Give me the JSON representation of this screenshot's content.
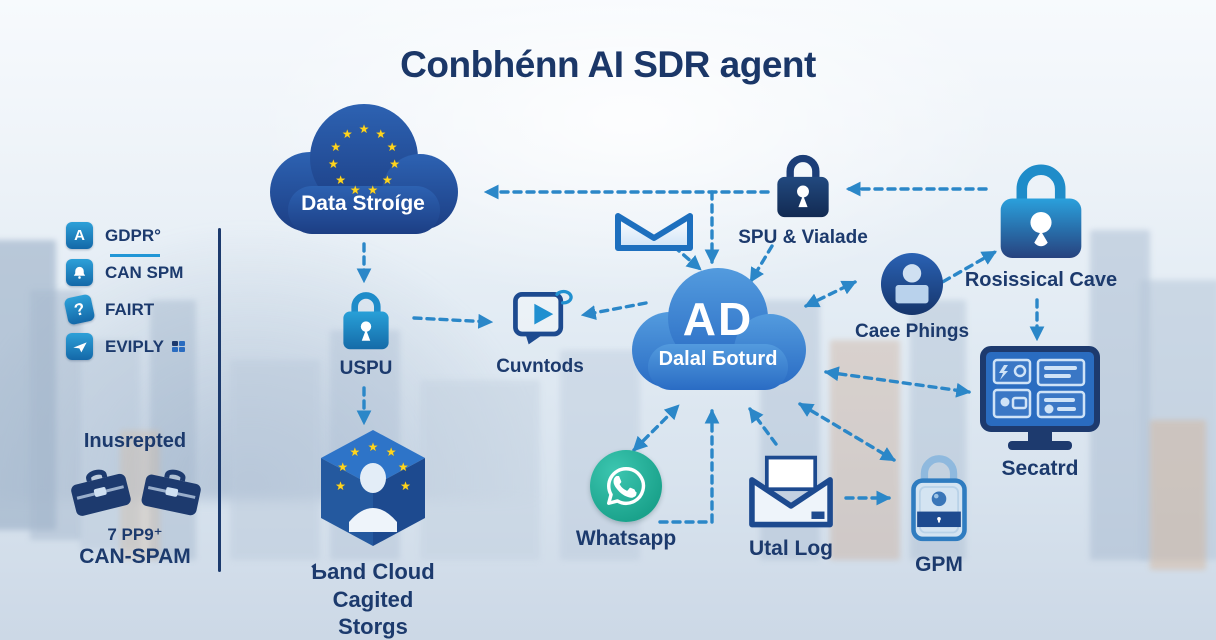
{
  "title": "Conbhénn AI SDR agent",
  "sidebar": {
    "items": [
      {
        "label": "GDPR°",
        "icon": "letter-a-icon"
      },
      {
        "label": "CAN SPM",
        "icon": "bell-icon"
      },
      {
        "label": "FAIRT",
        "icon": "question-icon"
      },
      {
        "label": "EVIPLY",
        "icon": "paper-plane-icon"
      }
    ]
  },
  "nodes": {
    "data_storage": {
      "label": "Data Stroíge"
    },
    "uspu": {
      "label": "USPU"
    },
    "cuvntods": {
      "label": "Cuvntods"
    },
    "central_cloud": {
      "title": "AD",
      "subtitle": "Dalal Ƃoturd"
    },
    "spu_vialade": {
      "label": "SPU & Vialade"
    },
    "caee_phings": {
      "label": "Caee Phings"
    },
    "rosissical_cave": {
      "label": "Rosissical Cave"
    },
    "secatrd": {
      "label": "Secatrd"
    },
    "whatsapp": {
      "label": "Whatsapp"
    },
    "utal_log": {
      "label": "Utal Log"
    },
    "gpm": {
      "label": "GPM"
    },
    "eu_cube": {
      "line1": "Ƅand Cloud",
      "line2": "Cagited Storgs"
    },
    "compliance": {
      "title": "Inusrepted",
      "line1": "7 PP9⁺",
      "line2": "CAN-SPAM"
    }
  },
  "colors": {
    "arrow_accent": "#2b87c8",
    "navy_text": "#1c3a6d",
    "dark_cloud": "#24509e",
    "light_cloud": "#3f86d4",
    "whatsapp_green": "#27b39c",
    "eu_star_gold": "#ffd51e"
  }
}
